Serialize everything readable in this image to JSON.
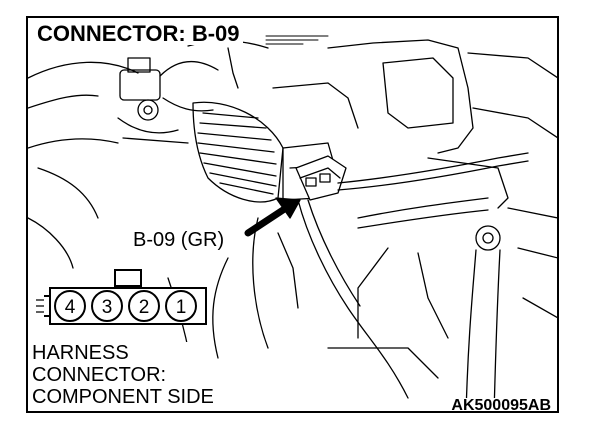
{
  "title": "CONNECTOR: B-09",
  "callout": "B-09 (GR)",
  "harness_lines": [
    "HARNESS",
    "CONNECTOR:",
    "COMPONENT SIDE"
  ],
  "pins": [
    "4",
    "3",
    "2",
    "1"
  ],
  "figure_code": "AK500095AB",
  "icons": {
    "engine": "engine-bay-illustration",
    "arrow": "pointer-arrow-icon",
    "connector": "connector-face-icon"
  }
}
